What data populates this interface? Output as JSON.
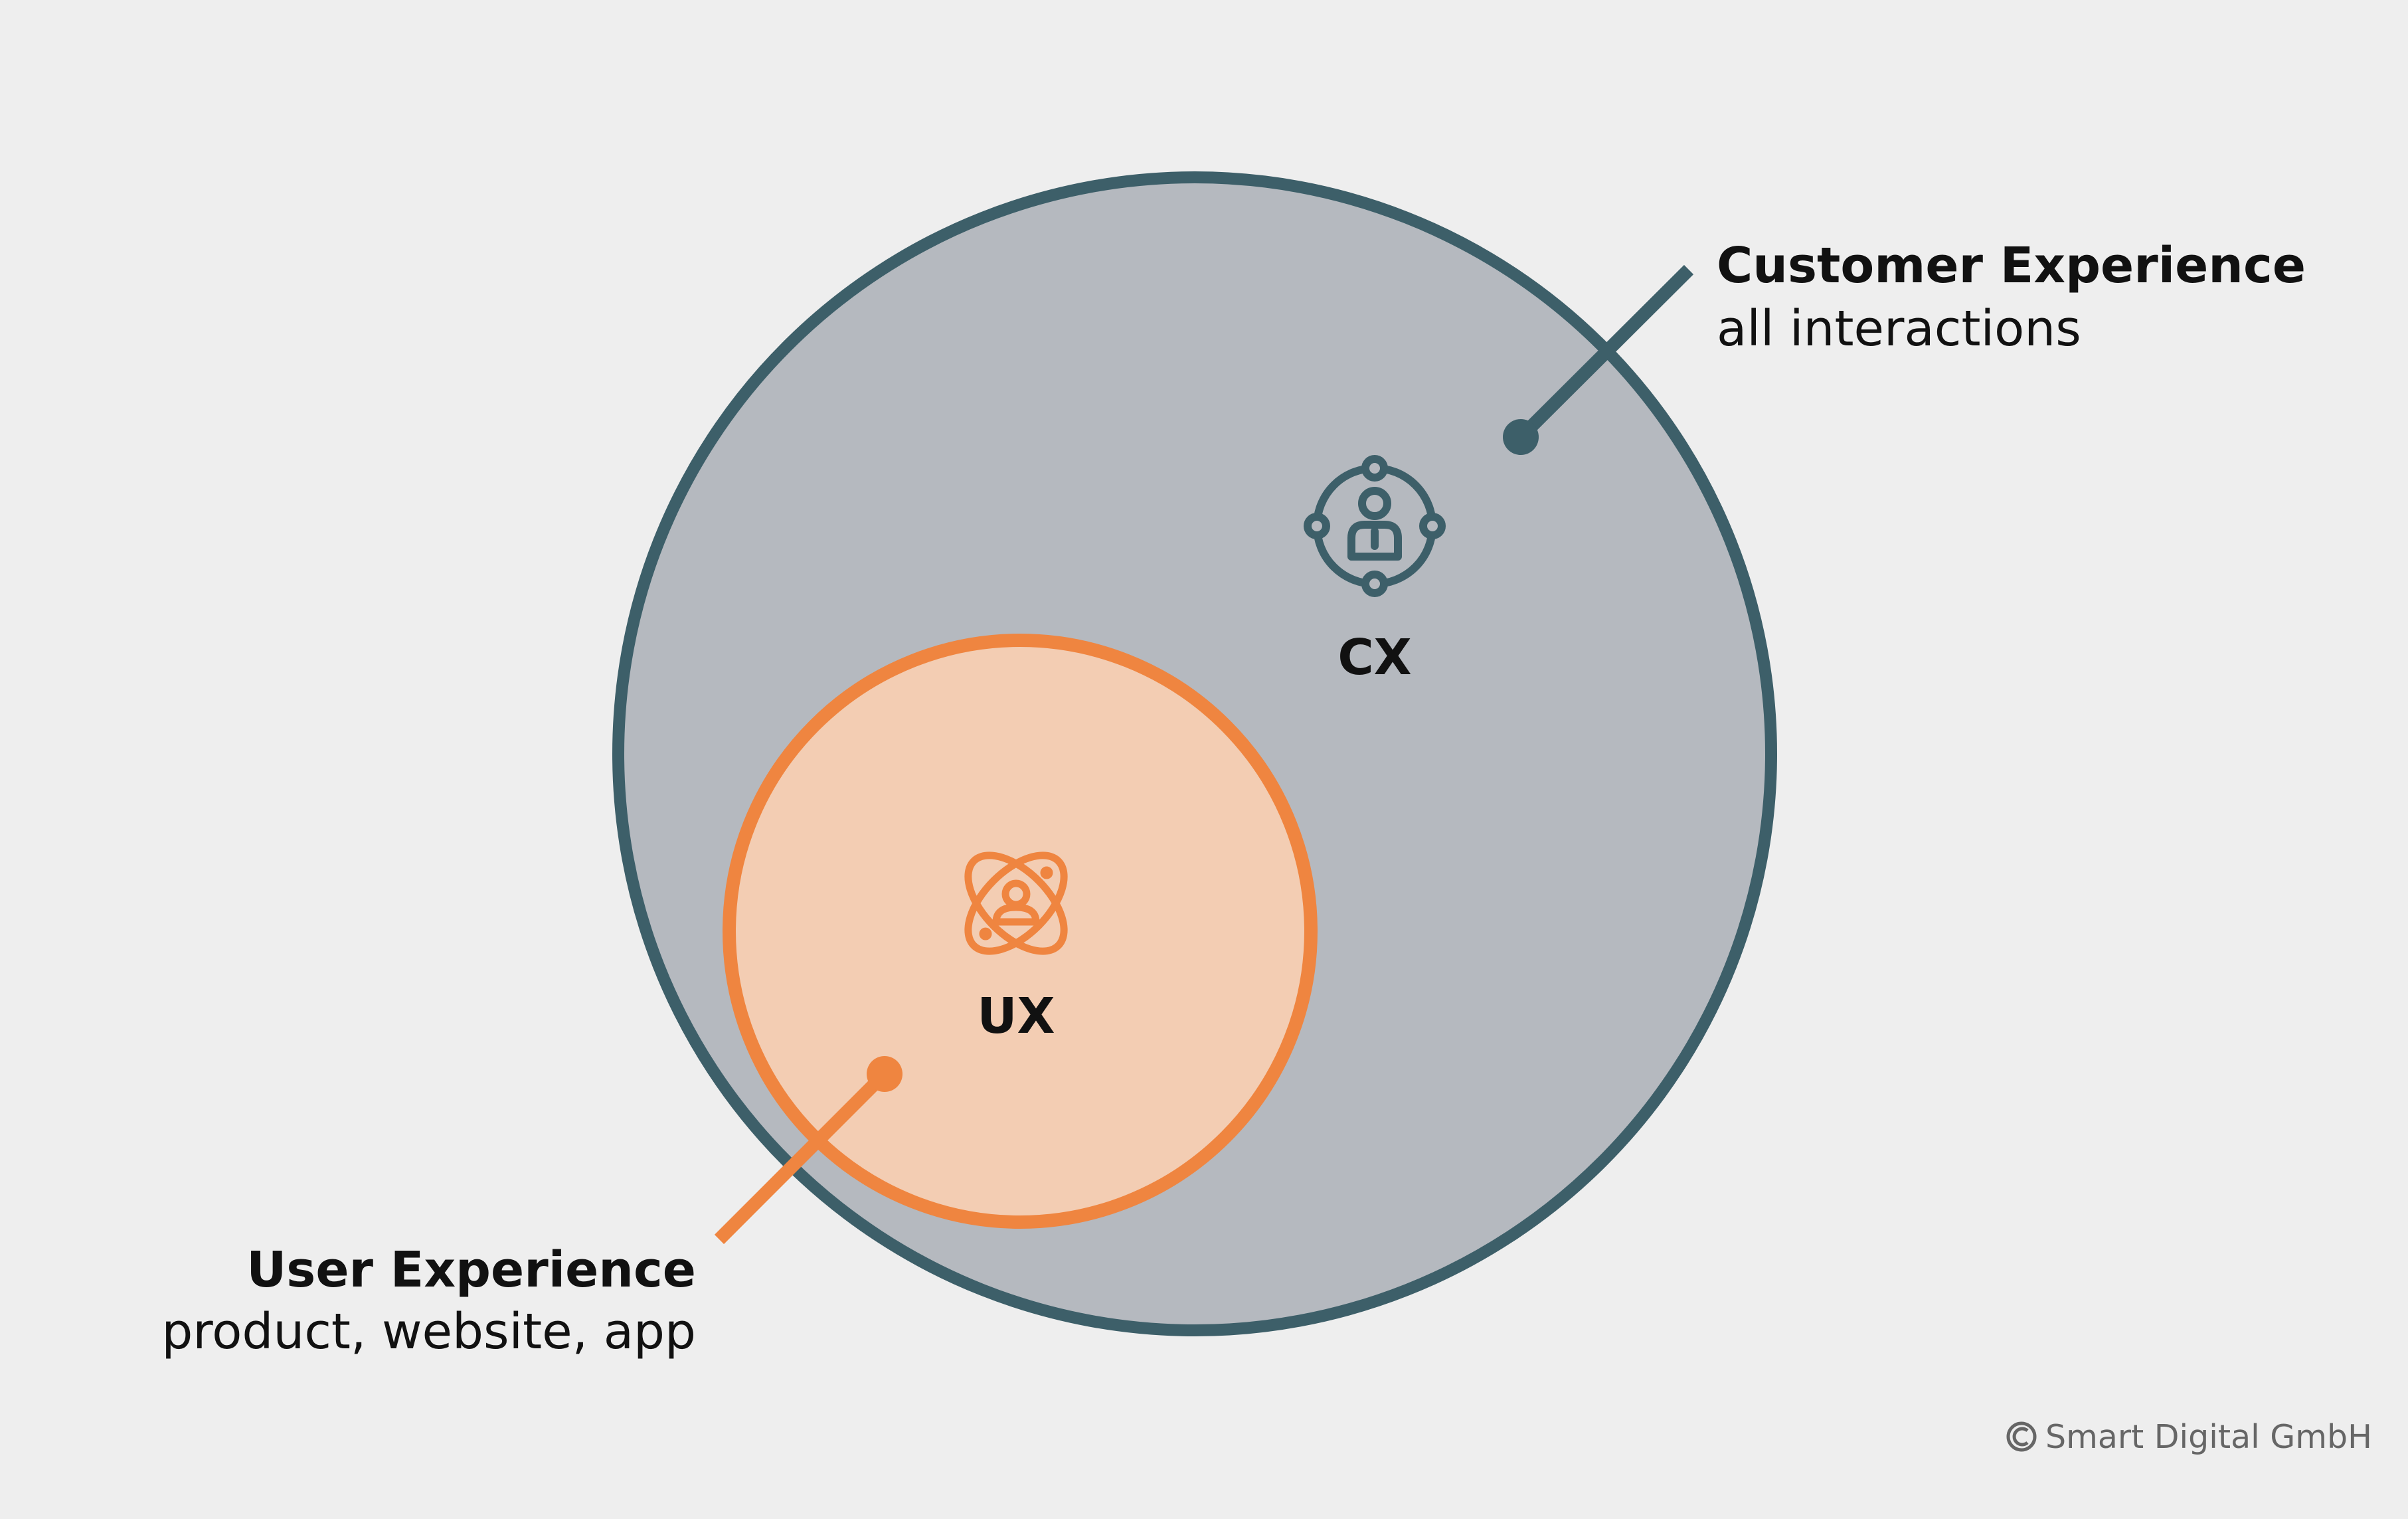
{
  "diagram": {
    "outer_circle": {
      "label": "CX",
      "icon": "person-network-icon",
      "fill": "#b5b9bf",
      "stroke": "#3d5f69"
    },
    "inner_circle": {
      "label": "UX",
      "icon": "person-atom-icon",
      "fill": "#f3cdb3",
      "stroke": "#ef8540"
    },
    "annotations": {
      "customer": {
        "title": "Customer Experience",
        "subtitle": "all interactions"
      },
      "user": {
        "title": "User Experience",
        "subtitle": "product, website, app"
      }
    },
    "copyright": {
      "icon": "copyright-icon",
      "text": "Smart Digital GmbH"
    }
  },
  "colors": {
    "background": "#eeeeee",
    "text": "#111111",
    "copyright_text": "#666666"
  }
}
